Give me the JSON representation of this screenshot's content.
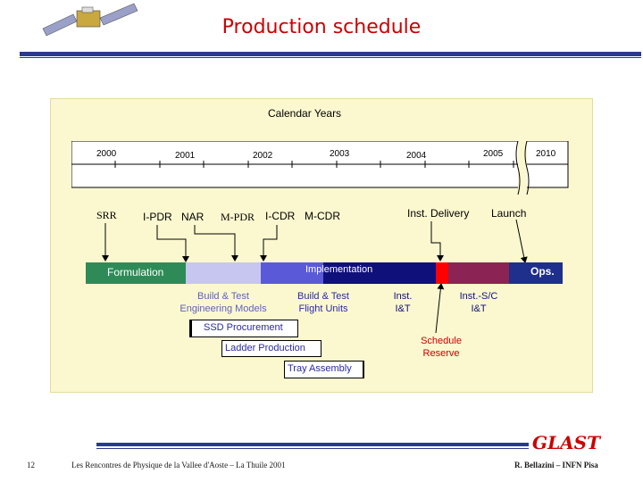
{
  "header": {
    "title": "Production schedule"
  },
  "diagram": {
    "calendar_label": "Calendar Years",
    "years": [
      "2000",
      "2001",
      "2002",
      "2003",
      "2004",
      "2005",
      "2010"
    ],
    "milestones": {
      "srr": "SRR",
      "ipdr": "I-PDR",
      "nar": "NAR",
      "mpdr": "M-PDR",
      "icdr": "I-CDR",
      "mcdr": "M-CDR",
      "inst_delivery": "Inst. Delivery",
      "launch": "Launch"
    },
    "phases": {
      "formulation": "Formulation",
      "implementation": "Implementation",
      "ops": "Ops."
    },
    "subphases": {
      "build_test_eng_1": "Build & Test",
      "build_test_eng_2": "Engineering Models",
      "build_test_flight_1": "Build & Test",
      "build_test_flight_2": "Flight Units",
      "inst_it_1": "Inst.",
      "inst_it_2": "I&T",
      "inst_sc_1": "Inst.-S/C",
      "inst_sc_2": "I&T",
      "schedule_reserve_1": "Schedule",
      "schedule_reserve_2": "Reserve"
    },
    "tasks": {
      "ssd": "SSD Procurement",
      "ladder": "Ladder Production",
      "tray": "Tray Assembly"
    },
    "colors": {
      "formulation": "#2e8b57",
      "build_eng": "#c6c6f0",
      "build_flight": "#5a5ad8",
      "implementation": "#10107a",
      "reserve": "#ff0000",
      "inst_sc": "#8b2455",
      "ops": "#1e2f8c",
      "task_text": "#2a2aa0"
    }
  },
  "footer": {
    "page_number": "12",
    "conference": "Les Rencontres de Physique de la Vallee d'Aoste – La Thuile 2001",
    "logo": "GLAST",
    "author": "R. Bellazini – INFN Pisa"
  }
}
